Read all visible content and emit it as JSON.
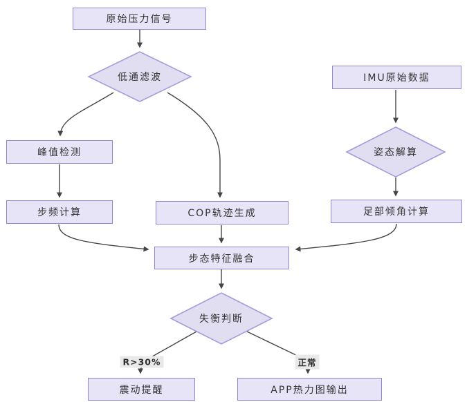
{
  "diagram": {
    "title": "gait-analysis-flowchart",
    "nodes": {
      "raw_pressure": {
        "label": "原始压力信号"
      },
      "lowpass": {
        "label": "低通滤波"
      },
      "peak": {
        "label": "峰值检测"
      },
      "cadence": {
        "label": "步频计算"
      },
      "cop": {
        "label": "COP轨迹生成"
      },
      "imu": {
        "label": "IMU原始数据"
      },
      "attitude": {
        "label": "姿态解算"
      },
      "foot_angle": {
        "label": "足部倾角计算"
      },
      "fusion": {
        "label": "步态特征融合"
      },
      "imbalance": {
        "label": "失衡判断"
      },
      "vibration": {
        "label": "震动提醒"
      },
      "app_heatmap": {
        "label": "APP热力图输出"
      }
    },
    "edge_labels": {
      "high_risk": "R>30%",
      "normal": "正常"
    },
    "colors": {
      "node_fill": "#e7e4f7",
      "node_border": "#8f85d2",
      "diamond_fill": "#e2def2",
      "diamond_border": "#a59cdb",
      "line": "#454545",
      "text": "#333333",
      "edge_label_bg": "#e9e9e9"
    }
  }
}
